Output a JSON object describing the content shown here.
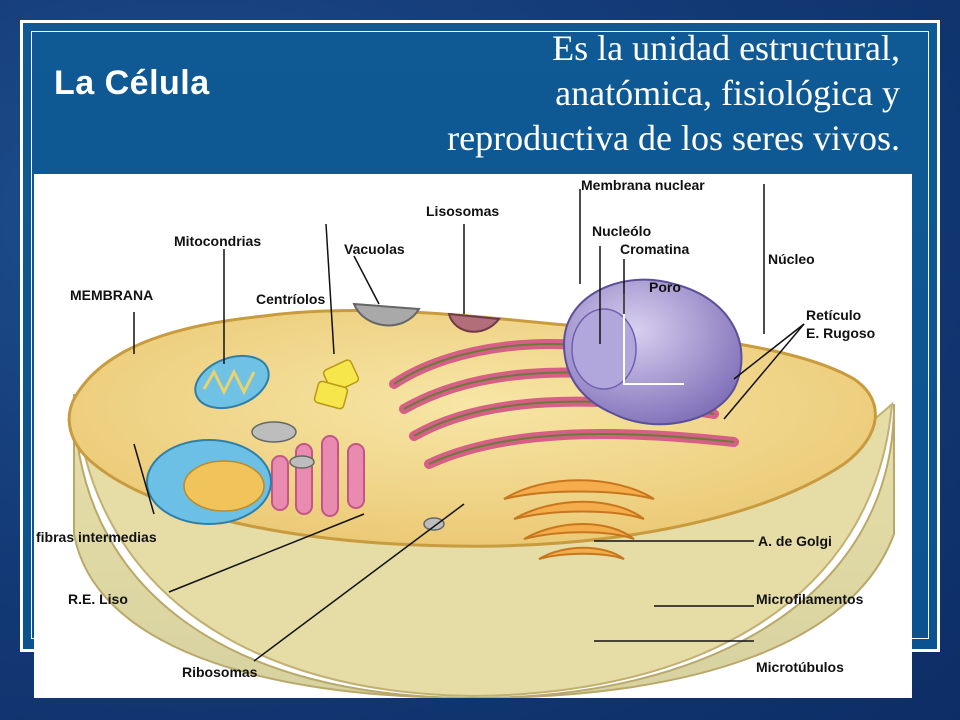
{
  "slide": {
    "title": "La Célula",
    "definition_lines": [
      "Es la unidad estructural,",
      "anatómica, fisiológica y",
      "reproductiva de los seres vivos."
    ]
  },
  "diagram": {
    "labels": {
      "membrana_nuclear": "Membrana nuclear",
      "lisosomas": "Lisosomas",
      "nucleolo": "Nucleólo",
      "cromatina": "Cromatina",
      "mitocondrias": "Mitocondrias",
      "vacuolas": "Vacuolas",
      "nucleo": "Núcleo",
      "membrana": "MEMBRANA",
      "centriolos": "Centríolos",
      "poro": "Poro",
      "reticulo_1": "Retículo",
      "reticulo_2": "E. Rugoso",
      "fibras": "fibras intermedias",
      "golgi": "A. de Golgi",
      "re_liso": "R.E. Liso",
      "microfilamentos": "Microfilamentos",
      "ribosomas": "Ribosomas",
      "microtubulos": "Microtúbulos"
    }
  },
  "colors": {
    "background": "#143c78",
    "panel": "#0b5291",
    "cytoplasm": "#f2d98a",
    "nucleus": "#9b8fc9",
    "er": "#e07a9a",
    "golgi": "#f0a43a",
    "mitochondria": "#5fb6d9"
  }
}
